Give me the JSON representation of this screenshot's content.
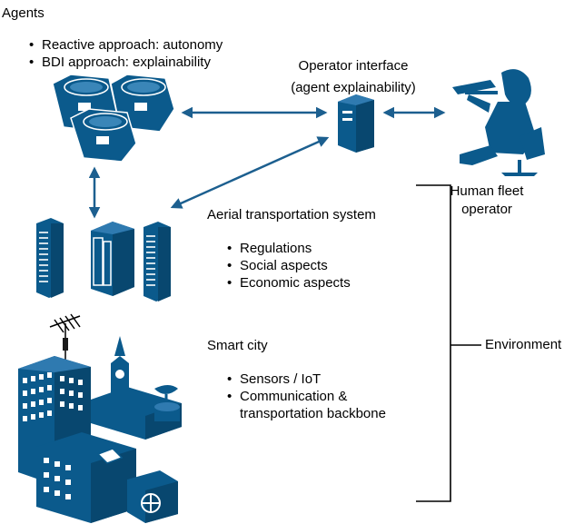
{
  "agents": {
    "title": "Agents",
    "bullets": [
      "Reactive approach: autonomy",
      "BDI approach: explainability"
    ]
  },
  "operator_interface": {
    "line1": "Operator interface",
    "line2": "(agent explainability)"
  },
  "human_operator": {
    "line1": "Human fleet",
    "line2": "operator"
  },
  "aerial": {
    "title": "Aerial transportation system",
    "bullets": [
      "Regulations",
      "Social aspects",
      "Economic aspects"
    ]
  },
  "smart_city": {
    "title": "Smart city",
    "bullets": [
      "Sensors / IoT",
      "Communication &",
      "transportation backbone"
    ]
  },
  "environment": {
    "label": "Environment"
  },
  "colors": {
    "primary": "#0b5a8c",
    "line": "#000000"
  },
  "icons": [
    "robot-agent-icon",
    "server-icon",
    "human-operator-icon",
    "server-rack-icon",
    "smart-city-icon"
  ]
}
